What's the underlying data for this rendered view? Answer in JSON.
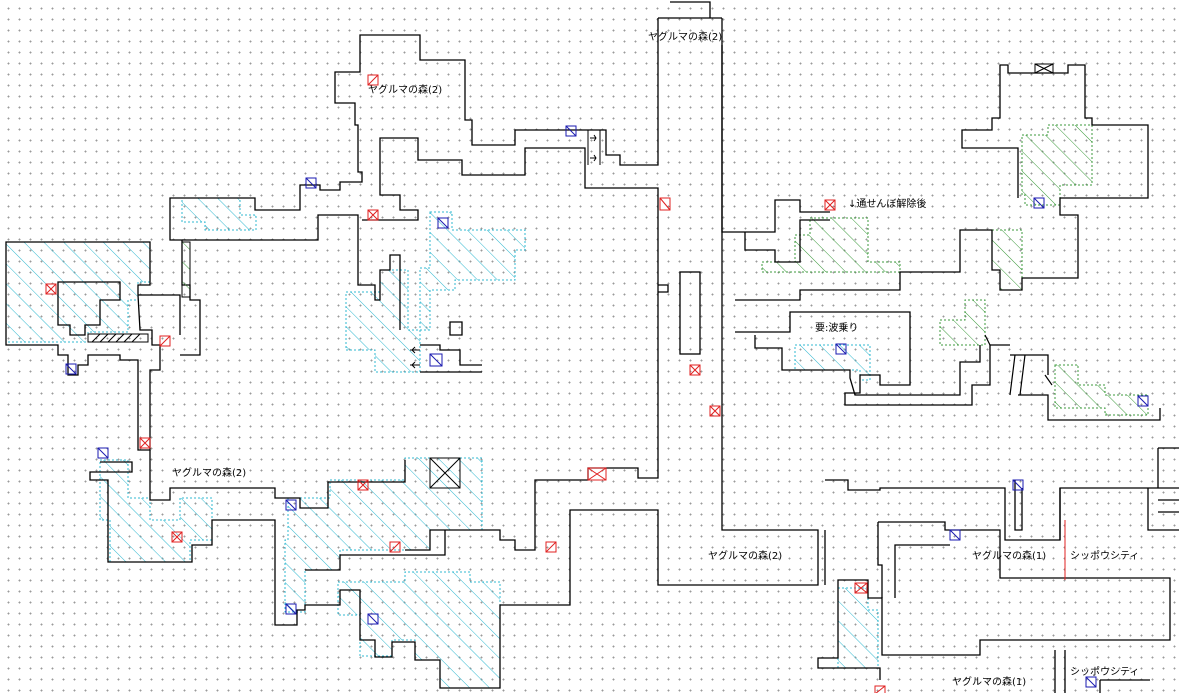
{
  "labels": {
    "forest_top": "ヤグルマの森(2)",
    "forest_upper_left": "ヤグルマの森(2)",
    "forest_mid_left": "ヤグルマの森(2)",
    "forest_lower_center": "ヤグルマの森(2)",
    "forest_1_a": "ヤグルマの森(1)",
    "forest_1_b": "ヤグルマの森(1)",
    "passage_note": "↓通せんぼ解除後",
    "surf_note": "要:波乗り",
    "city_a": "シッポウシティ",
    "city_b": "シッポウシティ"
  },
  "legend_colors": {
    "tall_grass": "#30b8d0",
    "dark_grass": "#3c9a3c",
    "item_marker": "#e02020",
    "trainer_marker": "#1a1ab0",
    "wall": "#000000"
  },
  "icons": [
    "item-marker-icon",
    "trainer-marker-icon",
    "arrow-right-icon",
    "arrow-left-icon",
    "boulder-icon"
  ]
}
